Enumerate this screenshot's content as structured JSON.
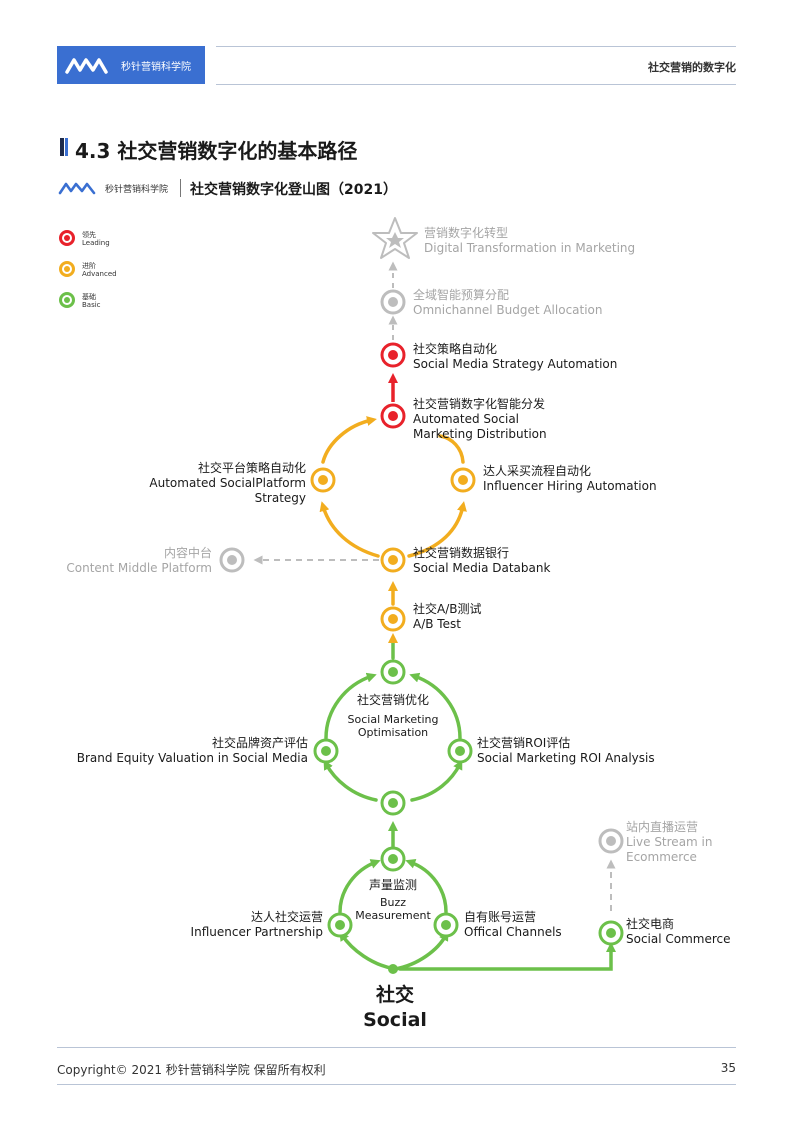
{
  "header": {
    "brand": "秒针营销科学院",
    "title": "社交营销的数字化"
  },
  "section": {
    "title": "4.3 社交营销数字化的基本路径"
  },
  "subheader": {
    "brand": "秒针营销科学院",
    "title": "社交营销数字化登山图（2021）"
  },
  "legend": [
    {
      "cn": "领先",
      "en": "Leading",
      "color": "#e8222b"
    },
    {
      "cn": "进阶",
      "en": "Advanced",
      "color": "#f2ad1f"
    },
    {
      "cn": "基础",
      "en": "Basic",
      "color": "#6cc04a"
    }
  ],
  "colors": {
    "leading": "#e8222b",
    "advanced": "#f2ad1f",
    "basic": "#6cc04a",
    "inactive": "#bdbdbd",
    "brand": "#3a6fd1"
  },
  "nodes": {
    "digital_transformation": {
      "cn": "营销数字化转型",
      "en": "Digital Transformation in Marketing",
      "icon": "star-icon"
    },
    "omnichannel_budget": {
      "cn": "全域智能预算分配",
      "en": "Omnichannel Budget Allocation"
    },
    "strategy_automation": {
      "cn": "社交策略自动化",
      "en": "Social Media Strategy Automation"
    },
    "automated_distribution": {
      "cn": "社交营销数字化智能分发",
      "en": "Automated Social",
      "en2": "Marketing Distribution"
    },
    "platform_strategy": {
      "cn": "社交平台策略自动化",
      "en": "Automated SocialPlatform",
      "en2": "Strategy"
    },
    "influencer_hiring": {
      "cn": "达人采买流程自动化",
      "en": "Influencer Hiring Automation"
    },
    "content_middle": {
      "cn": "内容中台",
      "en": "Content Middle Platform"
    },
    "databank": {
      "cn": "社交营销数据银行",
      "en": "Social Media Databank"
    },
    "ab_test": {
      "cn": "社交A/B测试",
      "en": "A/B Test"
    },
    "optimisation": {
      "cn": "社交营销优化",
      "en": "Social Marketing",
      "en2": "Optimisation"
    },
    "brand_equity": {
      "cn": "社交品牌资产评估",
      "en": "Brand Equity Valuation in Social Media"
    },
    "roi_analysis": {
      "cn": "社交营销ROI评估",
      "en": "Social Marketing ROI Analysis"
    },
    "buzz": {
      "cn": "声量监测",
      "en": "Buzz",
      "en2": "Measurement"
    },
    "influencer_partnership": {
      "cn": "达人社交运营",
      "en": "Influencer Partnership"
    },
    "offical_channels": {
      "cn": "自有账号运营",
      "en": "Offical Channels"
    },
    "live_stream": {
      "cn": "站内直播运营",
      "en": "Live Stream in",
      "en2": "Ecommerce"
    },
    "social_commerce": {
      "cn": "社交电商",
      "en": "Social Commerce"
    },
    "social": {
      "cn": "社交",
      "en": "Social"
    }
  },
  "footer": {
    "copyright": "Copyright© 2021 秒针营销科学院 保留所有权利",
    "page": "35"
  }
}
